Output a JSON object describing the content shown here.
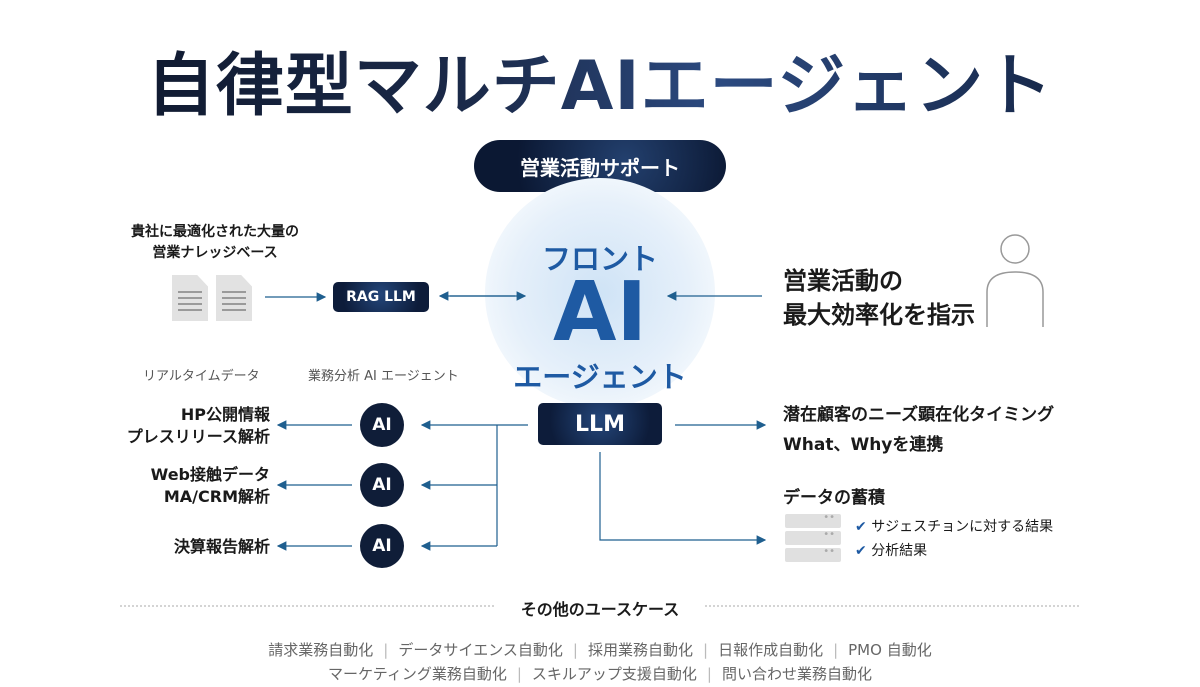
{
  "title": "自律型マルチAIエージェント",
  "pill": "営業活動サポート",
  "knowledge": {
    "line1": "貴社に最適化された大量の",
    "line2": "営業ナレッジベース"
  },
  "rag": "RAG LLM",
  "front": {
    "line1": "フロント",
    "ai": "AI",
    "line2": "エージェント"
  },
  "llm": "LLM",
  "instruction": {
    "line1": "営業活動の",
    "line2": "最大効率化を指示"
  },
  "labels": {
    "realtime": "リアルタイムデータ",
    "agent": "業務分析 AI エージェント"
  },
  "rows": [
    {
      "line1": "HP公開情報",
      "line2": "プレスリリース解析",
      "ai": "AI"
    },
    {
      "line1": "Web接触データ",
      "line2": "MA/CRM解析",
      "ai": "AI"
    },
    {
      "line1": "決算報告解析",
      "line2": "",
      "ai": "AI"
    }
  ],
  "needs": {
    "line1": "潜在顧客のニーズ顕在化タイミング",
    "line2": "What、Whyを連携"
  },
  "storage": {
    "title": "データの蓄積",
    "items": [
      "サジェスチョンに対する結果",
      "分析結果"
    ]
  },
  "other": {
    "title": "その他のユースケース",
    "row1": [
      "請求業務自動化",
      "データサイエンス自動化",
      "採用業務自動化",
      "日報作成自動化",
      "PMO 自動化"
    ],
    "row2": [
      "マーケティング業務自動化",
      "スキルアップ支援自動化",
      "問い合わせ業務自動化"
    ]
  },
  "colors": {
    "navy": "#0f1d38",
    "blue": "#1e5aa3",
    "arrow": "#1f5f8f"
  }
}
